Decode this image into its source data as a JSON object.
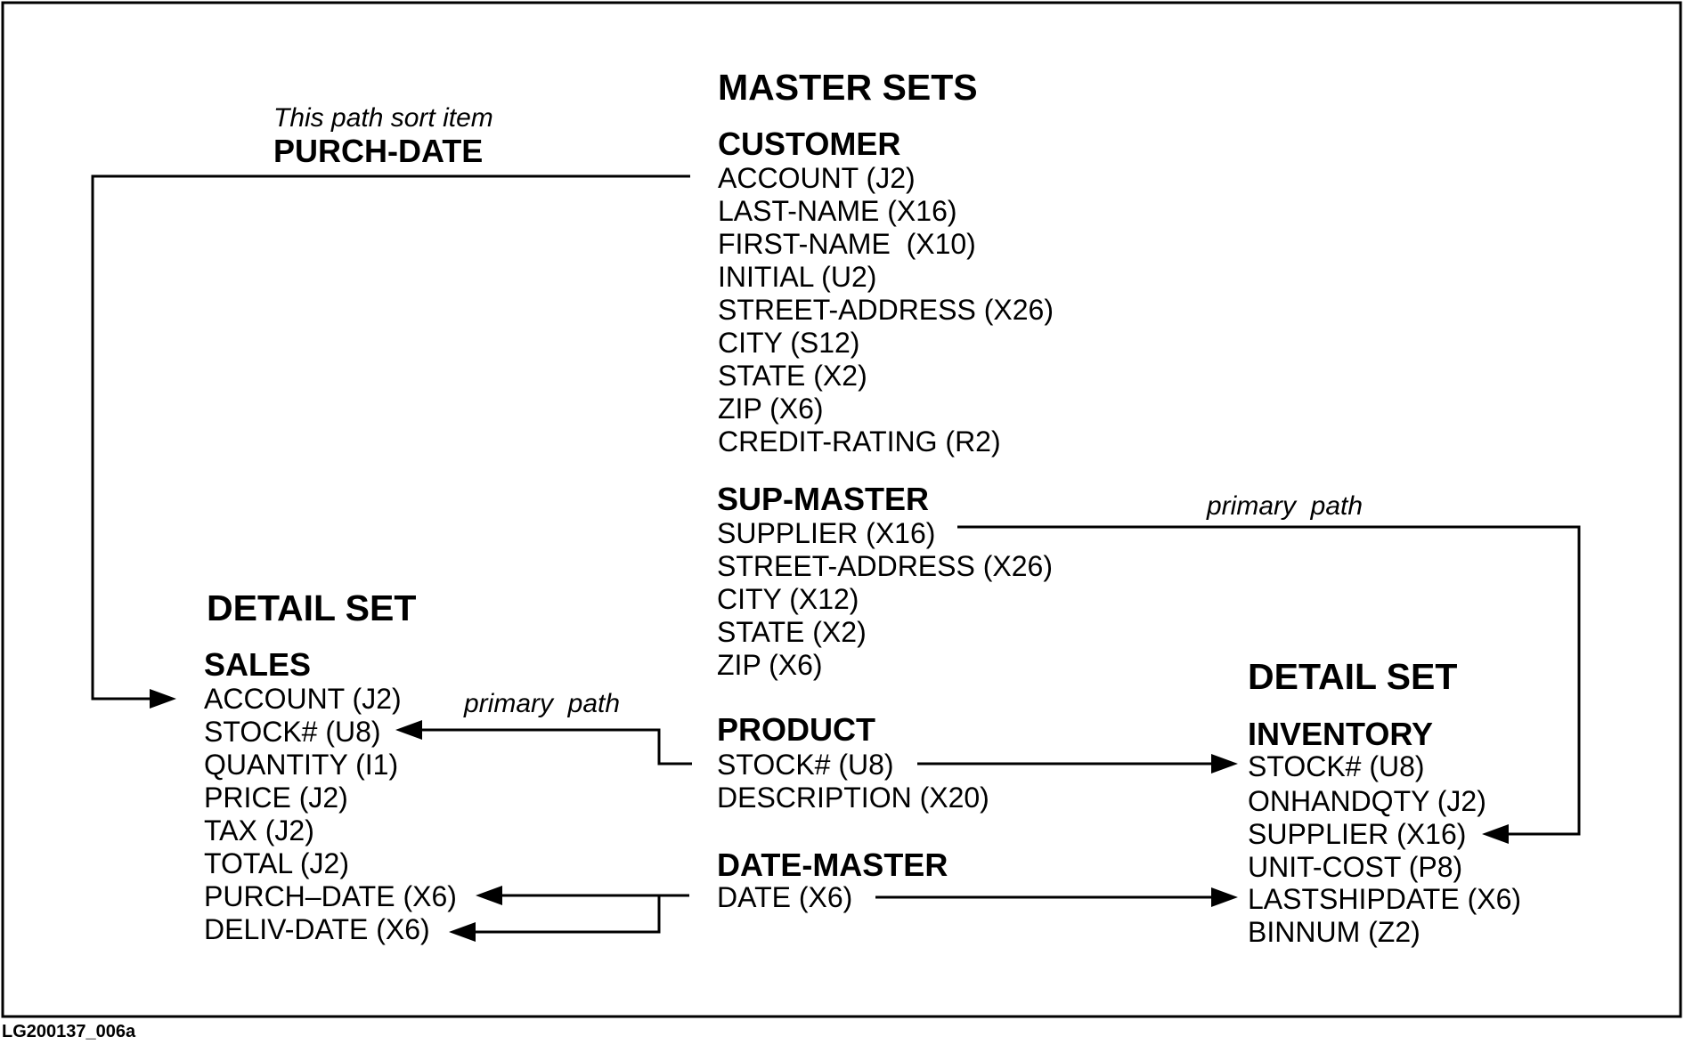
{
  "master": {
    "heading": "MASTER SETS",
    "customer": {
      "name": "CUSTOMER",
      "fields": [
        "ACCOUNT (J2)",
        "LAST-NAME (X16)",
        "FIRST-NAME  (X10)",
        "INITIAL (U2)",
        "STREET-ADDRESS (X26)",
        "CITY (S12)",
        "STATE (X2)",
        "ZIP (X6)",
        "CREDIT-RATING (R2)"
      ]
    },
    "sup_master": {
      "name": "SUP-MASTER",
      "fields": [
        "SUPPLIER (X16)",
        "STREET-ADDRESS (X26)",
        "CITY (X12)",
        "STATE (X2)",
        "ZIP (X6)"
      ]
    },
    "product": {
      "name": "PRODUCT",
      "fields": [
        "STOCK# (U8)",
        "DESCRIPTION (X20)"
      ]
    },
    "date_master": {
      "name": "DATE-MASTER",
      "fields": [
        "DATE (X6)"
      ]
    }
  },
  "detail_left": {
    "heading": "DETAIL SET",
    "name": "SALES",
    "fields": [
      "ACCOUNT (J2)",
      "STOCK# (U8)",
      "QUANTITY (I1)",
      "PRICE (J2)",
      "TAX (J2)",
      "TOTAL (J2)",
      "PURCH–DATE (X6)",
      "DELIV-DATE (X6)"
    ]
  },
  "detail_right": {
    "heading": "DETAIL SET",
    "name": "INVENTORY",
    "fields": [
      "STOCK# (U8)",
      "ONHANDQTY (J2)",
      "SUPPLIER (X16)",
      "UNIT-COST (P8)",
      "LASTSHIPDATE (X6)",
      "BINNUM (Z2)"
    ]
  },
  "annotations": {
    "sort_item_caption": "This path sort item",
    "sort_item_name": "PURCH-DATE",
    "primary_path_left": "primary  path",
    "primary_path_right": "primary  path"
  },
  "figure_id": "LG200137_006a"
}
